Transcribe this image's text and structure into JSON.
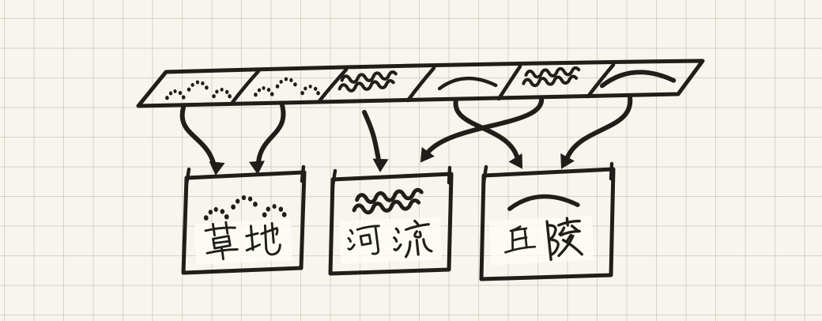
{
  "diagram": {
    "strip": {
      "cells": [
        {
          "symbol": "grass-dots"
        },
        {
          "symbol": "grass-dots"
        },
        {
          "symbol": "water-waves"
        },
        {
          "symbol": "hill-arc"
        },
        {
          "symbol": "water-waves"
        },
        {
          "symbol": "hill-arc"
        }
      ]
    },
    "boxes": [
      {
        "id": "grassland",
        "label": "草地",
        "symbol": "grass-dots"
      },
      {
        "id": "river",
        "label": "河流",
        "symbol": "water-waves"
      },
      {
        "id": "hills",
        "label": "丘陵",
        "symbol": "hill-arc"
      }
    ],
    "arrows": [
      {
        "from_cell": 0,
        "to_box": 0
      },
      {
        "from_cell": 1,
        "to_box": 0
      },
      {
        "from_cell": 2,
        "to_box": 1
      },
      {
        "from_cell": 3,
        "to_box": 2
      },
      {
        "from_cell": 4,
        "to_box": 1
      },
      {
        "from_cell": 5,
        "to_box": 2
      }
    ],
    "colors": {
      "ink": "#201e1a",
      "paper": "#f8f5ee",
      "grid": "#d8d2c3"
    }
  }
}
